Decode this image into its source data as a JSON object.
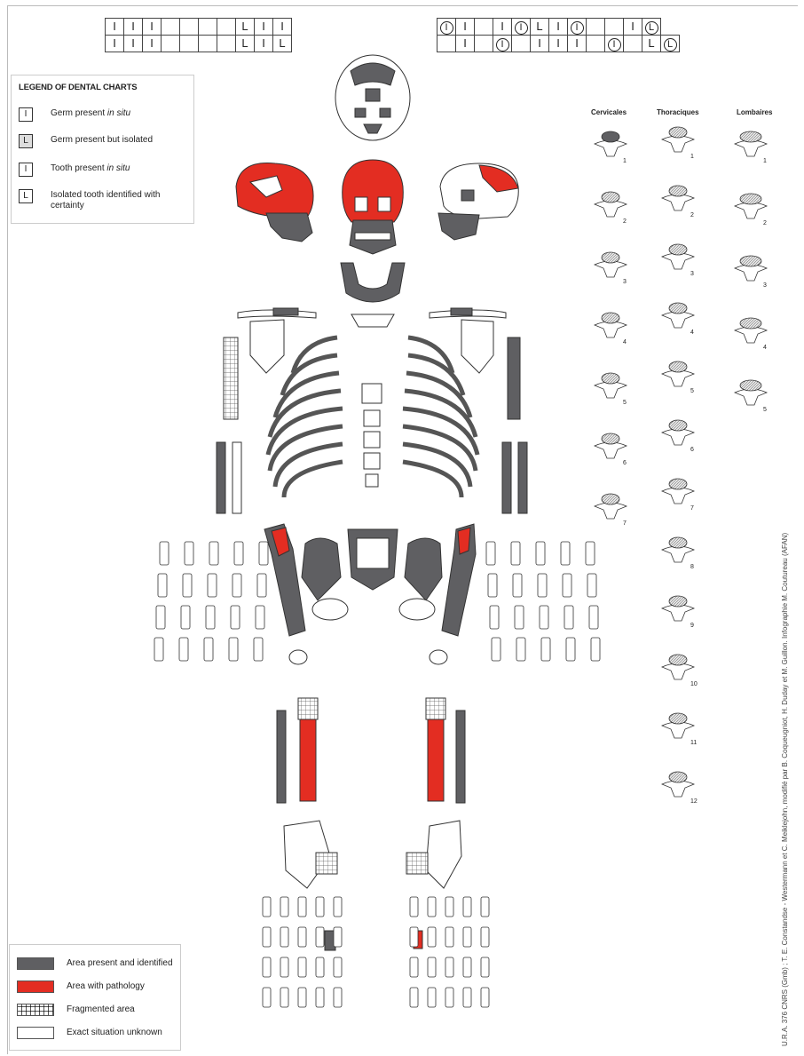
{
  "colors": {
    "identified": "#5f5f62",
    "pathology": "#e32d22",
    "fragmented": "#ffffff",
    "unknown": "#ffffff",
    "outline": "#333333"
  },
  "dental_chart_left": {
    "upper": [
      "I",
      "I",
      "I",
      "",
      "",
      "",
      "",
      "L",
      "I",
      "I"
    ],
    "lower": [
      "I",
      "I",
      "I",
      "",
      "",
      "",
      "",
      "L",
      "I",
      "L"
    ]
  },
  "dental_chart_right": {
    "upper": [
      "(I)",
      "I",
      "",
      "I",
      "(I)",
      "L",
      "I",
      "(I)",
      "",
      "",
      "I",
      "(L)"
    ],
    "lower": [
      "",
      "I",
      "",
      "(I)",
      "",
      "I",
      "I",
      "I",
      "",
      "(I)",
      "",
      "L",
      "(L)"
    ]
  },
  "legend_dental": {
    "title": "LEGEND OF DENTAL CHARTS",
    "items": [
      {
        "symbol": "I",
        "shade": false,
        "text_main": "Germ present ",
        "text_italic": "in situ"
      },
      {
        "symbol": "L",
        "shade": true,
        "text_main": "Germ present but isolated",
        "text_italic": ""
      },
      {
        "symbol": "I",
        "shade": false,
        "text_main": "Tooth present ",
        "text_italic": "in situ"
      },
      {
        "symbol": "L",
        "shade": false,
        "text_main": "Isolated tooth identified with certainty",
        "text_italic": ""
      }
    ]
  },
  "legend_area": {
    "items": [
      {
        "key": "identified",
        "text": "Area present and identified"
      },
      {
        "key": "pathology",
        "text": "Area with pathology"
      },
      {
        "key": "fragmented",
        "text": "Fragmented area"
      },
      {
        "key": "unknown",
        "text": "Exact situation unknown"
      }
    ]
  },
  "vertebrae": {
    "columns": [
      "Cervicales",
      "Thoraciques",
      "Lombaires"
    ],
    "cervical_numbers": [
      "1",
      "2",
      "3",
      "4",
      "5",
      "6",
      "7"
    ],
    "thoracic_numbers": [
      "1",
      "2",
      "3",
      "4",
      "5",
      "6",
      "7",
      "8",
      "9",
      "10",
      "11",
      "12"
    ],
    "lumbar_numbers": [
      "1",
      "2",
      "3",
      "4",
      "5"
    ]
  },
  "credit": "U.R.A. 376 CNRS (Gmb) ; T. E. Constandse - Westermann et C. Meiklejohn, modifié par B. Coqueugniot, H. Duday et M. Guillon. Infographie M. Coutureau (AFAN)"
}
